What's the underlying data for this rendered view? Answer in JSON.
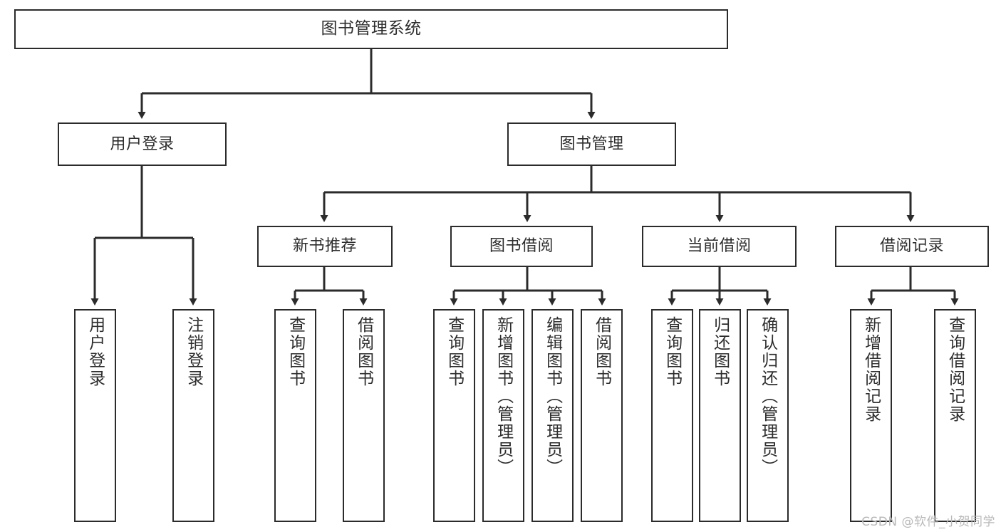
{
  "diagram": {
    "title": "图书管理系统",
    "type": "tree-hierarchy-chart",
    "orientation": "top-down",
    "colors": {
      "box_border": "#2b2b2b",
      "box_fill": "#ffffff",
      "text": "#2d2d2d",
      "connector": "#2b2b2b",
      "watermark": "#b9b9b9",
      "background": "#ffffff"
    }
  },
  "nodes": {
    "root": {
      "label": "图书管理系统"
    },
    "level1": [
      {
        "label": "用户登录"
      },
      {
        "label": "图书管理"
      }
    ],
    "level2": [
      {
        "label": "新书推荐"
      },
      {
        "label": "图书借阅"
      },
      {
        "label": "当前借阅"
      },
      {
        "label": "借阅记录"
      }
    ],
    "leaves": {
      "user_login": [
        {
          "label": "用户登录"
        },
        {
          "label": "注销登录"
        }
      ],
      "new_book_recommend": [
        {
          "label": "查询图书"
        },
        {
          "label": "借阅图书"
        }
      ],
      "book_borrow": [
        {
          "label": "查询图书"
        },
        {
          "label": "新增图书（管理员）"
        },
        {
          "label": "编辑图书（管理员）"
        },
        {
          "label": "借阅图书"
        }
      ],
      "current_borrow": [
        {
          "label": "查询图书"
        },
        {
          "label": "归还图书"
        },
        {
          "label": "确认归还（管理员）"
        }
      ],
      "borrow_record": [
        {
          "label": "新增借阅记录"
        },
        {
          "label": "查询借阅记录"
        }
      ]
    }
  },
  "watermark": {
    "text": "CSDN @软件_小贺同学"
  }
}
